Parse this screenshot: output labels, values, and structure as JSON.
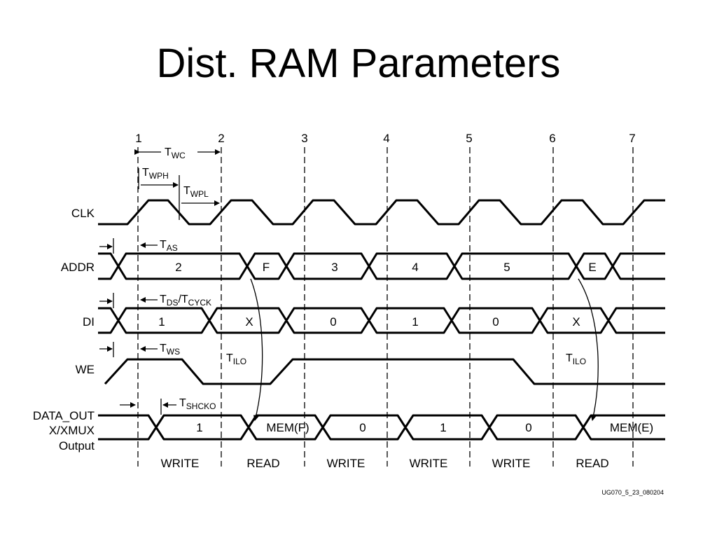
{
  "title": "Dist. RAM Parameters",
  "clock_edges": [
    "1",
    "2",
    "3",
    "4",
    "5",
    "6",
    "7"
  ],
  "signals": {
    "clk": "CLK",
    "addr": "ADDR",
    "di": "DI",
    "we": "WE",
    "data_out_lines": [
      "DATA_OUT",
      "X/XMUX",
      "Output"
    ]
  },
  "addr_values": [
    "2",
    "F",
    "3",
    "4",
    "5",
    "E"
  ],
  "di_values": [
    "1",
    "X",
    "0",
    "1",
    "0",
    "X"
  ],
  "out_values": [
    "1",
    "MEM(F)",
    "0",
    "1",
    "0",
    "MEM(E)"
  ],
  "timing": {
    "twc": {
      "main": "T",
      "sub": "WC"
    },
    "twph": {
      "main": "T",
      "sub": "WPH"
    },
    "twpl": {
      "main": "T",
      "sub": "WPL"
    },
    "tas": {
      "main": "T",
      "sub": "AS"
    },
    "tds_tcyck": {
      "main": "T",
      "sub1": "DS",
      "mid": "/T",
      "sub2": "CYCK"
    },
    "tws": {
      "main": "T",
      "sub": "WS"
    },
    "tilo_1": {
      "main": "T",
      "sub": "ILO"
    },
    "tilo_2": {
      "main": "T",
      "sub": "ILO"
    },
    "tshcko": {
      "main": "T",
      "sub": "SHCKO"
    }
  },
  "cycles": [
    "WRITE",
    "READ",
    "WRITE",
    "WRITE",
    "WRITE",
    "READ"
  ],
  "figure_id": "UG070_5_23_080204"
}
